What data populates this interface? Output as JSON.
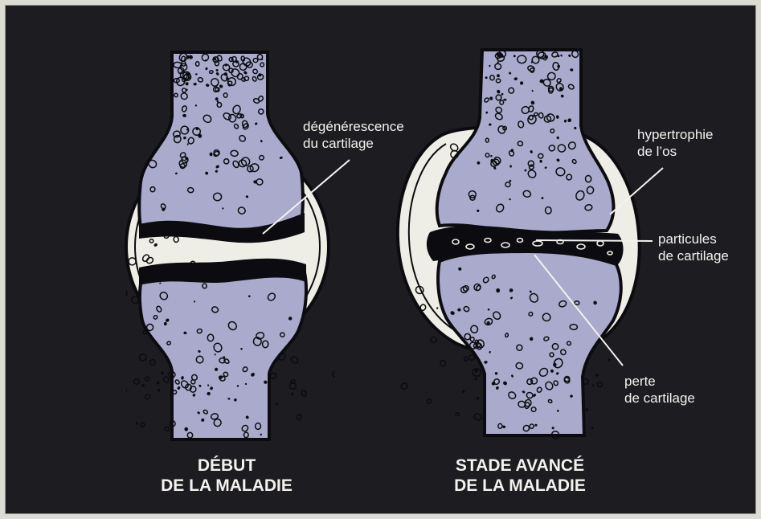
{
  "colors": {
    "background": "#1d1c20",
    "bone": "#aaaacd",
    "capsule": "#efeee6",
    "outline": "#0c0c10"
  },
  "joints": {
    "early": {
      "caption_line1": "DÉBUT",
      "caption_line2": "DE LA MALADIE"
    },
    "advanced": {
      "caption_line1": "STADE AVANCÉ",
      "caption_line2": "DE LA MALADIE"
    }
  },
  "labels": {
    "cartilage_degeneration": {
      "line1": "dégénérescence",
      "line2": "du cartilage"
    },
    "bone_hypertrophy": {
      "line1": "hypertrophie",
      "line2": "de l’os"
    },
    "cartilage_particles": {
      "line1": "particules",
      "line2": "de cartilage"
    },
    "cartilage_loss": {
      "line1": "perte",
      "line2": "de cartilage"
    }
  }
}
